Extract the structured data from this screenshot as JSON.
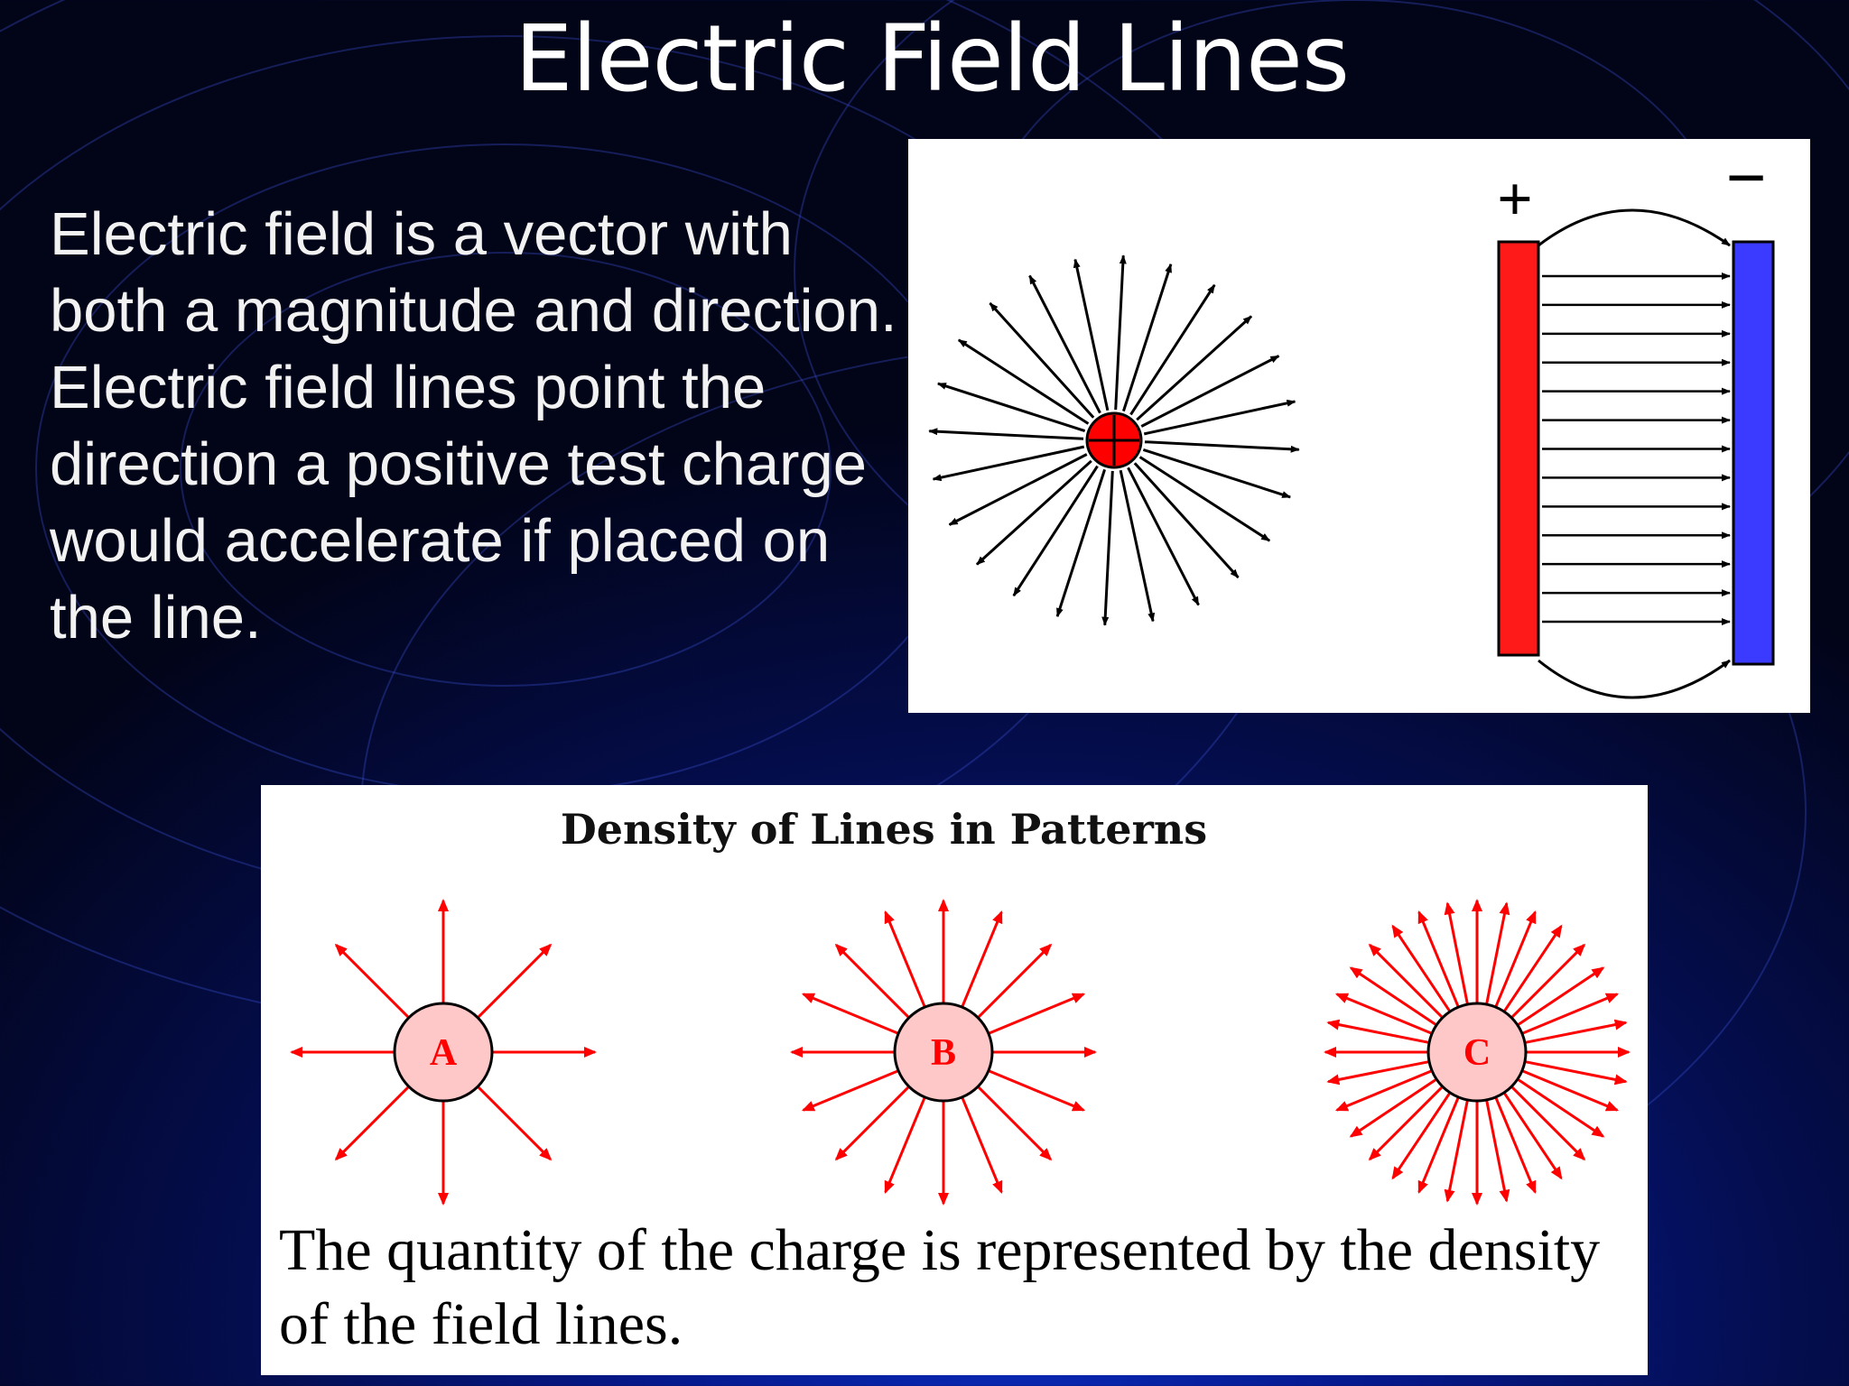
{
  "slide": {
    "title": "Electric Field Lines",
    "body": "Electric field is a vector with both a magnitude and direction. Electric field lines point the direction a positive test charge would accelerate if placed on the line."
  },
  "diagrams": {
    "point_charge": {
      "field_line_count": 24,
      "charge_color": "#ff0000"
    },
    "parallel_plates": {
      "positive_sign": "+",
      "negative_sign": "−",
      "positive_plate_color": "#ff1a1a",
      "negative_plate_color": "#3b3bff",
      "field_line_count": 13
    },
    "density": {
      "title": "Density of Lines in Patterns",
      "charges": [
        {
          "label": "A",
          "line_count": 8
        },
        {
          "label": "B",
          "line_count": 16
        },
        {
          "label": "C",
          "line_count": 32
        }
      ],
      "line_color": "#ff0000",
      "charge_fill": "#ffc8c8",
      "caption": "The quantity of the charge is represented by the density of the field lines."
    }
  }
}
